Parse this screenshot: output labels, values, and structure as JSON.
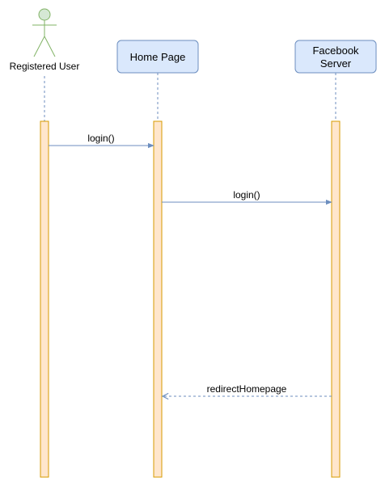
{
  "participants": {
    "registered_user": {
      "label": "Registered User"
    },
    "home_page": {
      "label": "Home Page"
    },
    "facebook_server": {
      "label_line1": "Facebook",
      "label_line2": "Server"
    }
  },
  "messages": [
    {
      "from": "Registered User",
      "to": "Home Page",
      "label": "login()",
      "style": "solid"
    },
    {
      "from": "Home Page",
      "to": "Facebook Server",
      "label": "login()",
      "style": "solid"
    },
    {
      "from": "Facebook Server",
      "to": "Home Page",
      "label": "redirectHomepage",
      "style": "dashed"
    }
  ],
  "colors": {
    "box_fill": "#dae8fc",
    "box_stroke": "#6c8ebf",
    "activation_fill": "#ffe6cc",
    "activation_stroke": "#d79b00",
    "actor_fill": "#d5e8d4",
    "actor_stroke": "#82b366",
    "lifeline": "#6c8ebf",
    "arrow": "#6c8ebf"
  }
}
